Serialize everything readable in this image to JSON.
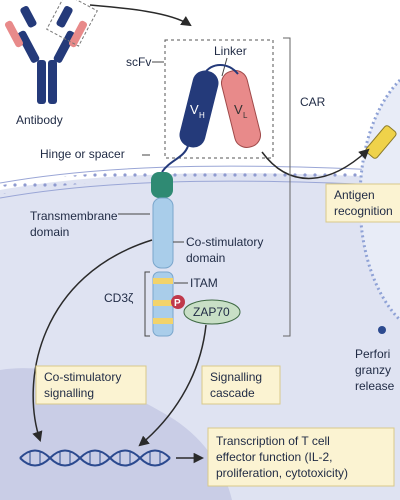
{
  "labels": {
    "antibody": "Antibody",
    "scfv": "scFv",
    "linker": "Linker",
    "vh_main": "V",
    "vh_sub": "H",
    "vl_main": "V",
    "vl_sub": "L",
    "car": "CAR",
    "hinge": "Hinge or spacer",
    "transmembrane_1": "Transmembrane",
    "transmembrane_2": "domain",
    "costim_1": "Co-stimulatory",
    "costim_2": "domain",
    "itam": "ITAM",
    "cd3z": "CD3ζ",
    "p": "P",
    "zap70": "ZAP70"
  },
  "boxes": {
    "costim_signalling_1": "Co-stimulatory",
    "costim_signalling_2": "signalling",
    "signalling_cascade_1": "Signalling",
    "signalling_cascade_2": "cascade",
    "transcription_1": "Transcription of T cell",
    "transcription_2": "effector function (IL-2,",
    "transcription_3": "proliferation, cytotoxicity)",
    "antigen_1": "Antigen",
    "antigen_2": "recognition",
    "perforin_1": "Perfori",
    "perforin_2": "granzy",
    "perforin_3": "release"
  },
  "colors": {
    "cell_fill": "#dfe3f2",
    "membrane": "#7f8fc7",
    "nucleus": "#c9cde6",
    "vh": "#243a7a",
    "vl": "#e88a8a",
    "hinge": "#2f8a73",
    "transmembrane": "#a9cdea",
    "cd3z_blue": "#a9cdea",
    "itam_yellow": "#f2d36b",
    "zap70": "#c8dfc6",
    "p_badge": "#c0394b",
    "box_fill": "#fbf3d2",
    "dna": "#2c4a8f"
  }
}
